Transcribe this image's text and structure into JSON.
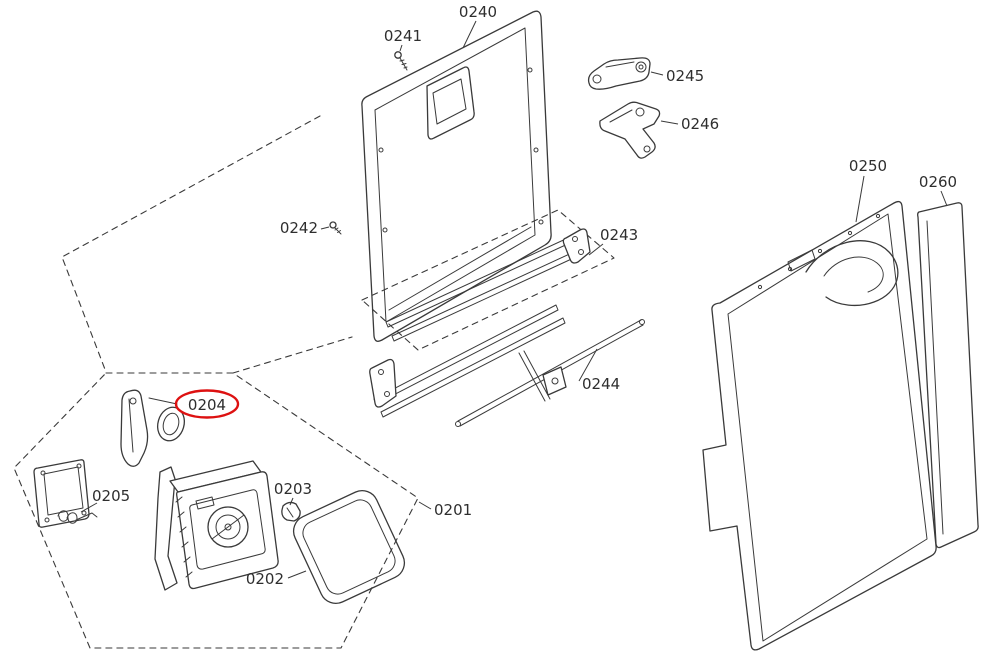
{
  "diagram": {
    "highlighted_part": "0204",
    "colors": {
      "line": "#3a3a3a",
      "label_text": "#2e2e2e",
      "highlight_ring": "#dd1111",
      "background": "#ffffff"
    },
    "parts": {
      "0201": {
        "label": "0201"
      },
      "0202": {
        "label": "0202"
      },
      "0203": {
        "label": "0203"
      },
      "0204": {
        "label": "0204",
        "highlighted": true
      },
      "0205": {
        "label": "0205"
      },
      "0240": {
        "label": "0240"
      },
      "0241": {
        "label": "0241"
      },
      "0242": {
        "label": "0242"
      },
      "0243": {
        "label": "0243"
      },
      "0244": {
        "label": "0244"
      },
      "0245": {
        "label": "0245"
      },
      "0246": {
        "label": "0246"
      },
      "0250": {
        "label": "0250"
      },
      "0260": {
        "label": "0260"
      }
    }
  }
}
